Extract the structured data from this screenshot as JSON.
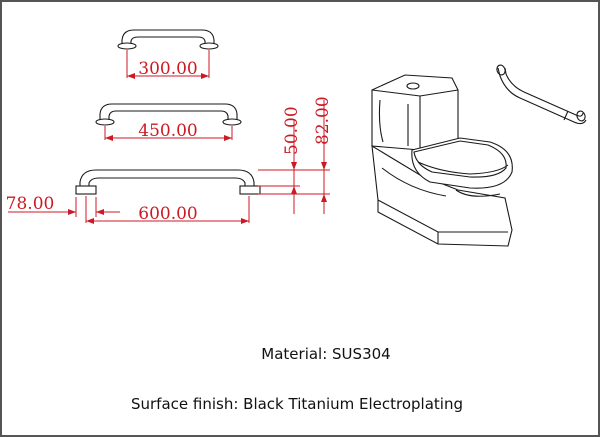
{
  "dimensions": {
    "bar_small_length": "300.00",
    "bar_medium_length": "450.00",
    "bar_large_length": "600.00",
    "flange_offset": "78.00",
    "bar_projection_inner": "50.00",
    "bar_projection_outer": "82.00"
  },
  "captions": {
    "material": "Material: SUS304",
    "finish": "Surface finish: Black Titanium Electroplating"
  },
  "colors": {
    "dimension_red": "#cc1a24",
    "line_ink": "#1a1a1a",
    "border": "#555555"
  }
}
